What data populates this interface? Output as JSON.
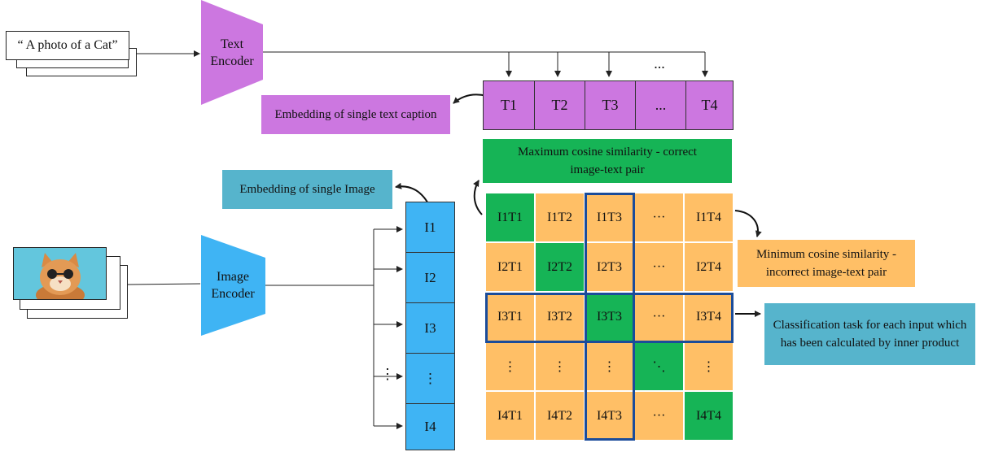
{
  "text_input": {
    "caption": "“ A photo of a Cat”"
  },
  "text_encoder": {
    "line1": "Text",
    "line2": "Encoder"
  },
  "image_encoder": {
    "line1": "Image",
    "line2": "Encoder"
  },
  "text_embeddings": [
    "T1",
    "T2",
    "T3",
    "...",
    "T4"
  ],
  "text_dots": "...",
  "image_embeddings": [
    "I1",
    "I2",
    "I3",
    "⋮",
    "I4"
  ],
  "image_dots": "⋮",
  "labels": {
    "text_embedding": "Embedding of single text caption",
    "image_embedding": "Embedding of single Image",
    "max_similarity": "Maximum cosine similarity - correct image-text pair",
    "min_similarity": "Minimum cosine similarity - incorrect image-text pair",
    "classification": "Classification task for each input which has been calculated by inner product"
  },
  "matrix": {
    "rows": [
      [
        "I1T1",
        "I1T2",
        "I1T3",
        "···",
        "I1T4"
      ],
      [
        "I2T1",
        "I2T2",
        "I2T3",
        "···",
        "I2T4"
      ],
      [
        "I3T1",
        "I3T2",
        "I3T3",
        "···",
        "I3T4"
      ],
      [
        "⋮",
        "⋮",
        "⋮",
        "⋱",
        "⋮"
      ],
      [
        "I4T1",
        "I4T2",
        "I4T3",
        "···",
        "I4T4"
      ]
    ],
    "diagonal": [
      [
        0,
        0
      ],
      [
        1,
        1
      ],
      [
        2,
        2
      ],
      [
        3,
        3
      ],
      [
        4,
        4
      ]
    ]
  },
  "colors": {
    "text_purple": "#cc77e0",
    "image_blue": "#3fb4f4",
    "teal": "#56b4cc",
    "orange": "#ffbf66",
    "green": "#16b456",
    "highlight": "#1b4c9a"
  }
}
